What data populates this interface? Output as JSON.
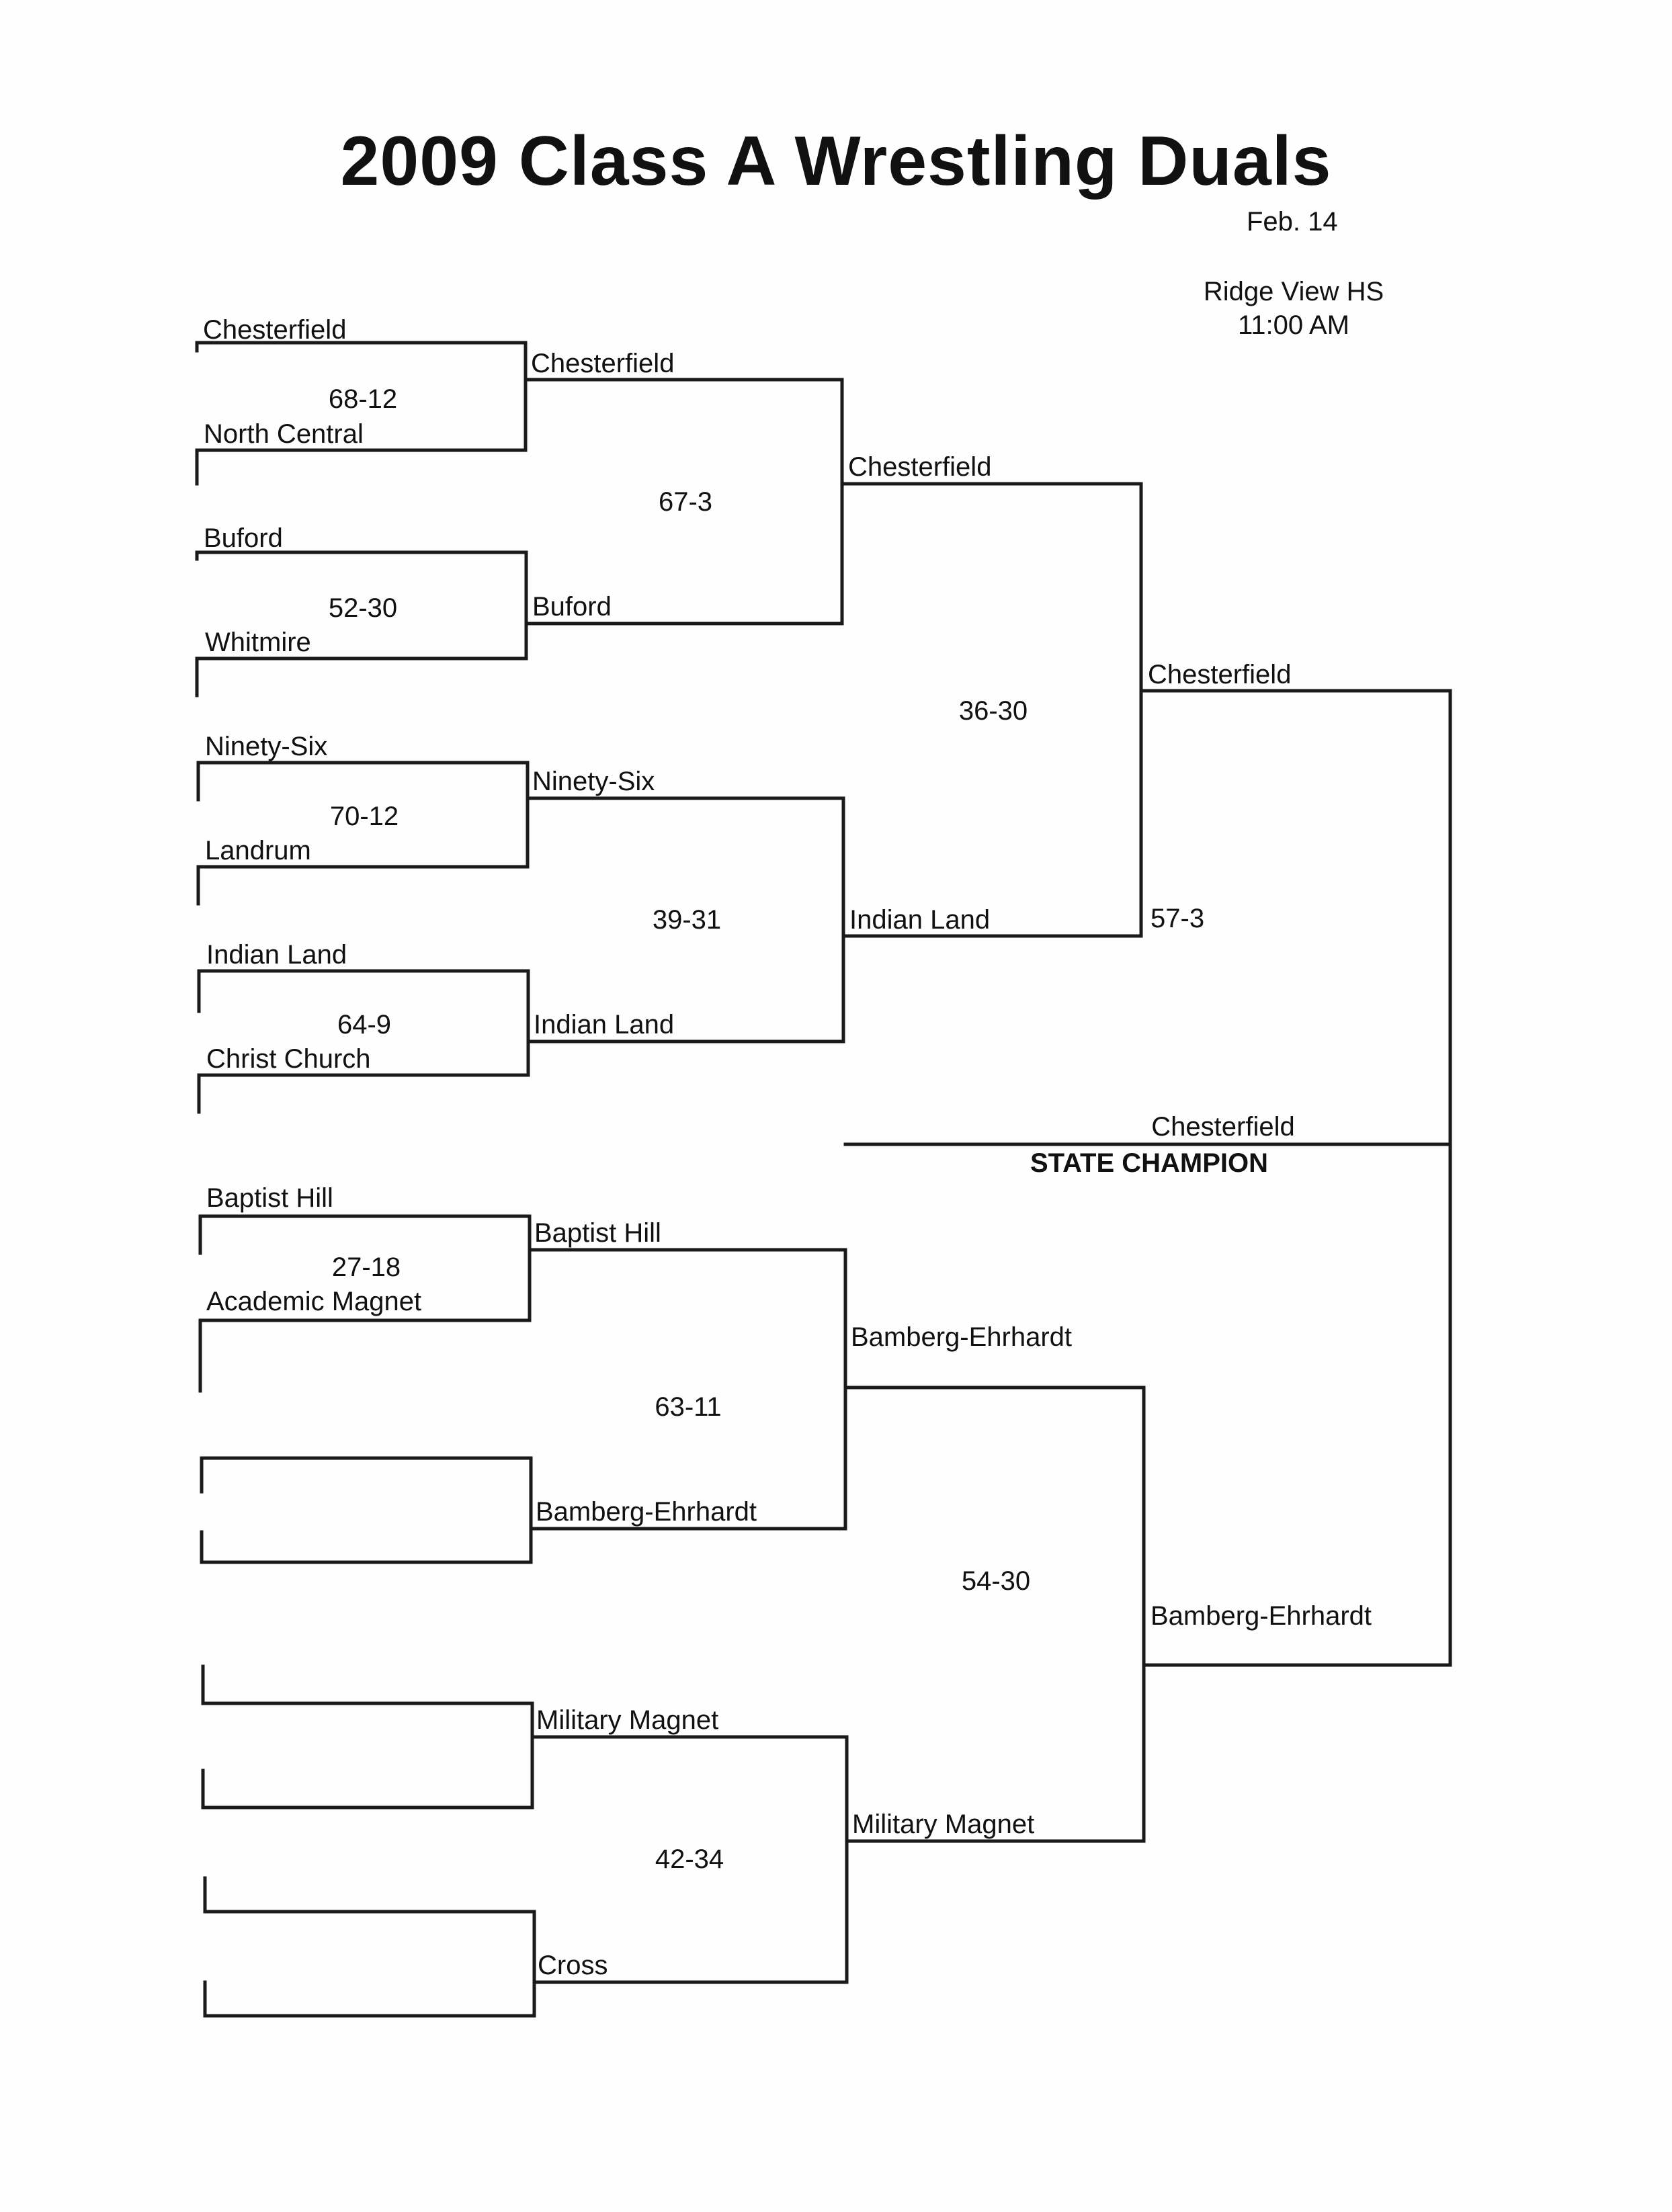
{
  "header": {
    "title": "2009 Class A Wrestling Duals",
    "date": "Feb. 14",
    "venue": "Ridge View HS",
    "time": "11:00 AM"
  },
  "round1": {
    "teams": [
      "Chesterfield",
      "North Central",
      "Buford",
      "Whitmire",
      "Ninety-Six",
      "Landrum",
      "Indian Land",
      "Christ Church",
      "Baptist Hill",
      "Academic Magnet"
    ],
    "scores": [
      "68-12",
      "52-30",
      "70-12",
      "64-9",
      "27-18"
    ]
  },
  "quarterfinals": {
    "teams": [
      "Chesterfield",
      "Buford",
      "Ninety-Six",
      "Indian Land",
      "Baptist Hill",
      "Bamberg-Ehrhardt",
      "Military Magnet",
      "Cross"
    ],
    "scores": [
      "67-3",
      "39-31",
      "63-11",
      "42-34"
    ]
  },
  "semifinals": {
    "teams": [
      "Chesterfield",
      "Indian Land",
      "Bamberg-Ehrhardt",
      "Military Magnet"
    ],
    "scores": [
      "36-30",
      "54-30"
    ]
  },
  "final": {
    "teams": [
      "Chesterfield",
      "Bamberg-Ehrhardt"
    ],
    "score": "57-3"
  },
  "champion": {
    "name": "Chesterfield",
    "label": "STATE CHAMPION"
  }
}
